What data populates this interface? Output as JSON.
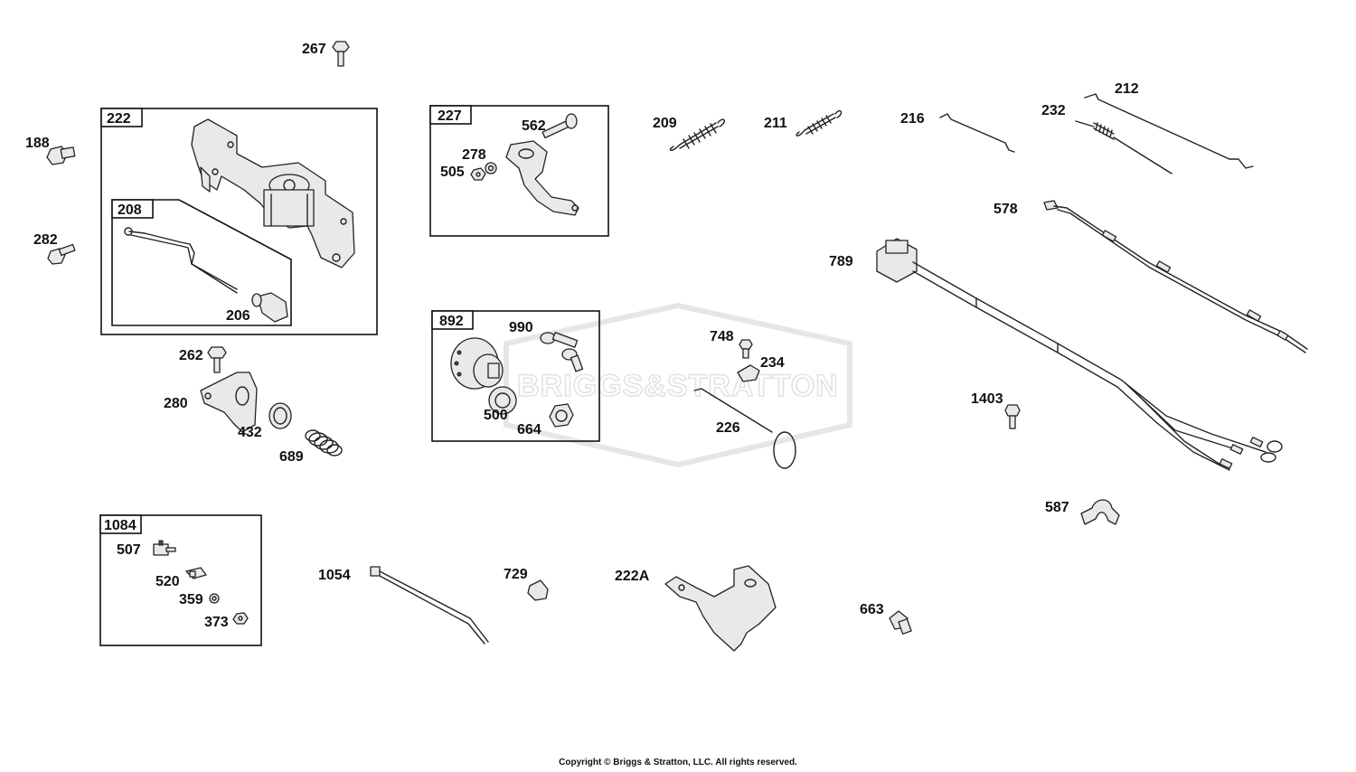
{
  "watermark": {
    "brand": "BRIGGS&STRATTON"
  },
  "copyright": "Copyright © Briggs & Stratton, LLC. All rights reserved.",
  "boxes": {
    "b222": "222",
    "b208": "208",
    "b227": "227",
    "b892": "892",
    "b1084": "1084"
  },
  "labels": {
    "p267": "267",
    "p188": "188",
    "p282": "282",
    "p206": "206",
    "p262": "262",
    "p280": "280",
    "p432": "432",
    "p689": "689",
    "p562": "562",
    "p278": "278",
    "p505": "505",
    "p990": "990",
    "p500": "500",
    "p664": "664",
    "p209": "209",
    "p211": "211",
    "p216": "216",
    "p212": "212",
    "p232": "232",
    "p578": "578",
    "p789": "789",
    "p748": "748",
    "p234": "234",
    "p226": "226",
    "p1403": "1403",
    "p587": "587",
    "p507": "507",
    "p520": "520",
    "p359": "359",
    "p373": "373",
    "p1054": "1054",
    "p729": "729",
    "p222A": "222A",
    "p663": "663"
  }
}
